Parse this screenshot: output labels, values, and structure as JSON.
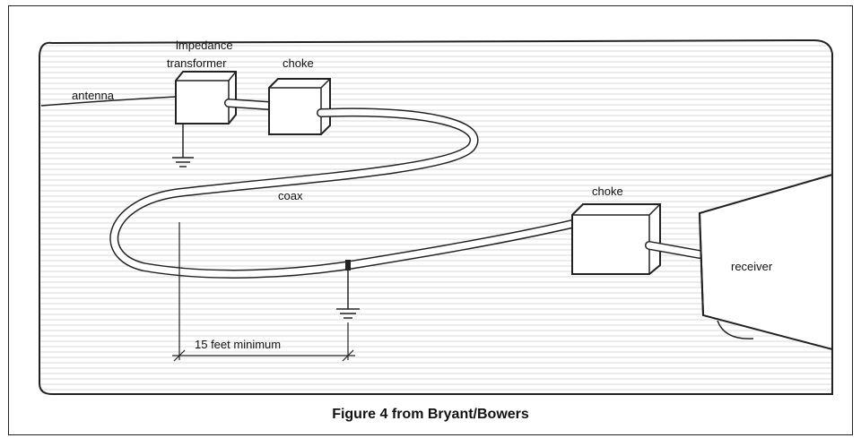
{
  "labels": {
    "impedance": "impedance",
    "transformer": "transformer",
    "choke_top": "choke",
    "antenna": "antenna",
    "coax": "coax",
    "choke_right": "choke",
    "receiver": "receiver",
    "distance": "15 feet minimum"
  },
  "caption": "Figure 4 from Bryant/Bowers"
}
